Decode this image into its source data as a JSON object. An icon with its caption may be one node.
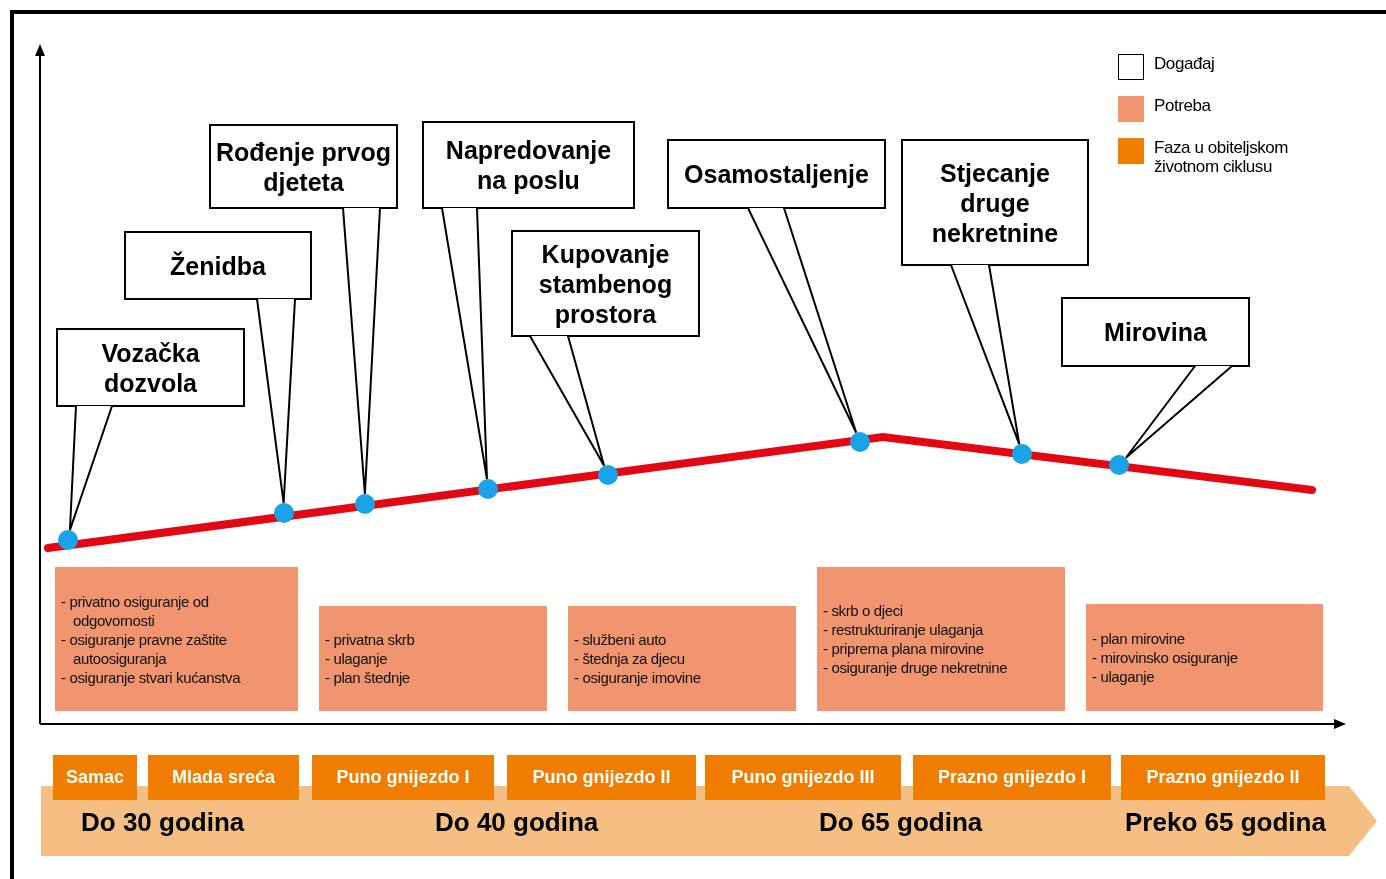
{
  "diagram": {
    "nodes": [
      {
        "text": [
          "Vozačka dozvola"
        ]
      },
      {
        "text": [
          "Ženidba"
        ]
      },
      {
        "text": [
          "Rođenje prvog djeteta"
        ]
      },
      {
        "text": [
          "Napredovanje na poslu"
        ]
      },
      {
        "text": [
          "Kupovanje stambenog prostora"
        ]
      },
      {
        "text": [
          "Osamostaljenje"
        ]
      },
      {
        "text": [
          "Stjecanje druge nekretnine"
        ]
      },
      {
        "text": [
          "Mirovina"
        ]
      },
      {
        "text": [],
        "shape": "circle"
      },
      {
        "text": [],
        "shape": "circle"
      },
      {
        "text": [],
        "shape": "circle"
      },
      {
        "text": [],
        "shape": "circle"
      },
      {
        "text": [],
        "shape": "circle"
      },
      {
        "text": [],
        "shape": "circle"
      },
      {
        "text": [],
        "shape": "circle"
      },
      {
        "text": [],
        "shape": "circle"
      },
      {
        "text": [
          "- privatno osiguranje od odgovornosti",
          "- osiguranje pravne zaštite autoosiguranja",
          "- osiguranje stvari kućanstva"
        ]
      },
      {
        "text": [
          "- privatna skrb",
          "- ulaganje",
          "- plan štednje"
        ]
      },
      {
        "text": [
          "- službeni auto",
          "- štednja za djecu",
          "- osiguranje imovine"
        ]
      },
      {
        "text": [
          "- skrb o djeci",
          "- restrukturiranje ulaganja",
          "- priprema plana mirovine",
          "- osiguranje druge nekretnine"
        ]
      },
      {
        "text": [
          "- plan mirovine",
          "- mirovinsko osiguranje",
          "- ulaganje"
        ]
      },
      {
        "text": [
          "Samac"
        ]
      },
      {
        "text": [
          "Mlada sreća"
        ]
      },
      {
        "text": [
          "Puno gnijezdo I"
        ]
      },
      {
        "text": [
          "Puno gnijezdo II"
        ]
      },
      {
        "text": [
          "Puno gnijezdo III"
        ]
      },
      {
        "text": [
          "Prazno gnijezdo I"
        ]
      },
      {
        "text": [
          "Prazno gnijezdo II"
        ]
      },
      {
        "text": [
          "Do 30 godina",
          "Do 40 godina",
          "Do 65 godina",
          "Preko 65 godina"
        ]
      }
    ],
    "edges": [
      {
        "from": 0,
        "to": 8,
        "arrow": "none"
      },
      {
        "from": 1,
        "to": 9,
        "arrow": "none"
      },
      {
        "from": 2,
        "to": 10,
        "arrow": "none"
      },
      {
        "from": 3,
        "to": 11,
        "arrow": "none"
      },
      {
        "from": 4,
        "to": 12,
        "arrow": "none"
      },
      {
        "from": 5,
        "to": 13,
        "arrow": "none"
      },
      {
        "from": 6,
        "to": 14,
        "arrow": "none"
      },
      {
        "from": 7,
        "to": 15,
        "arrow": "none"
      }
    ],
    "legend": [
      {
        "text": "Događaj",
        "color": "#ffffff"
      },
      {
        "text": "Potreba",
        "color": "#f0956f"
      },
      {
        "text": "Faza u obiteljskom životnom ciklusu",
        "color": "#f07d00"
      }
    ]
  }
}
